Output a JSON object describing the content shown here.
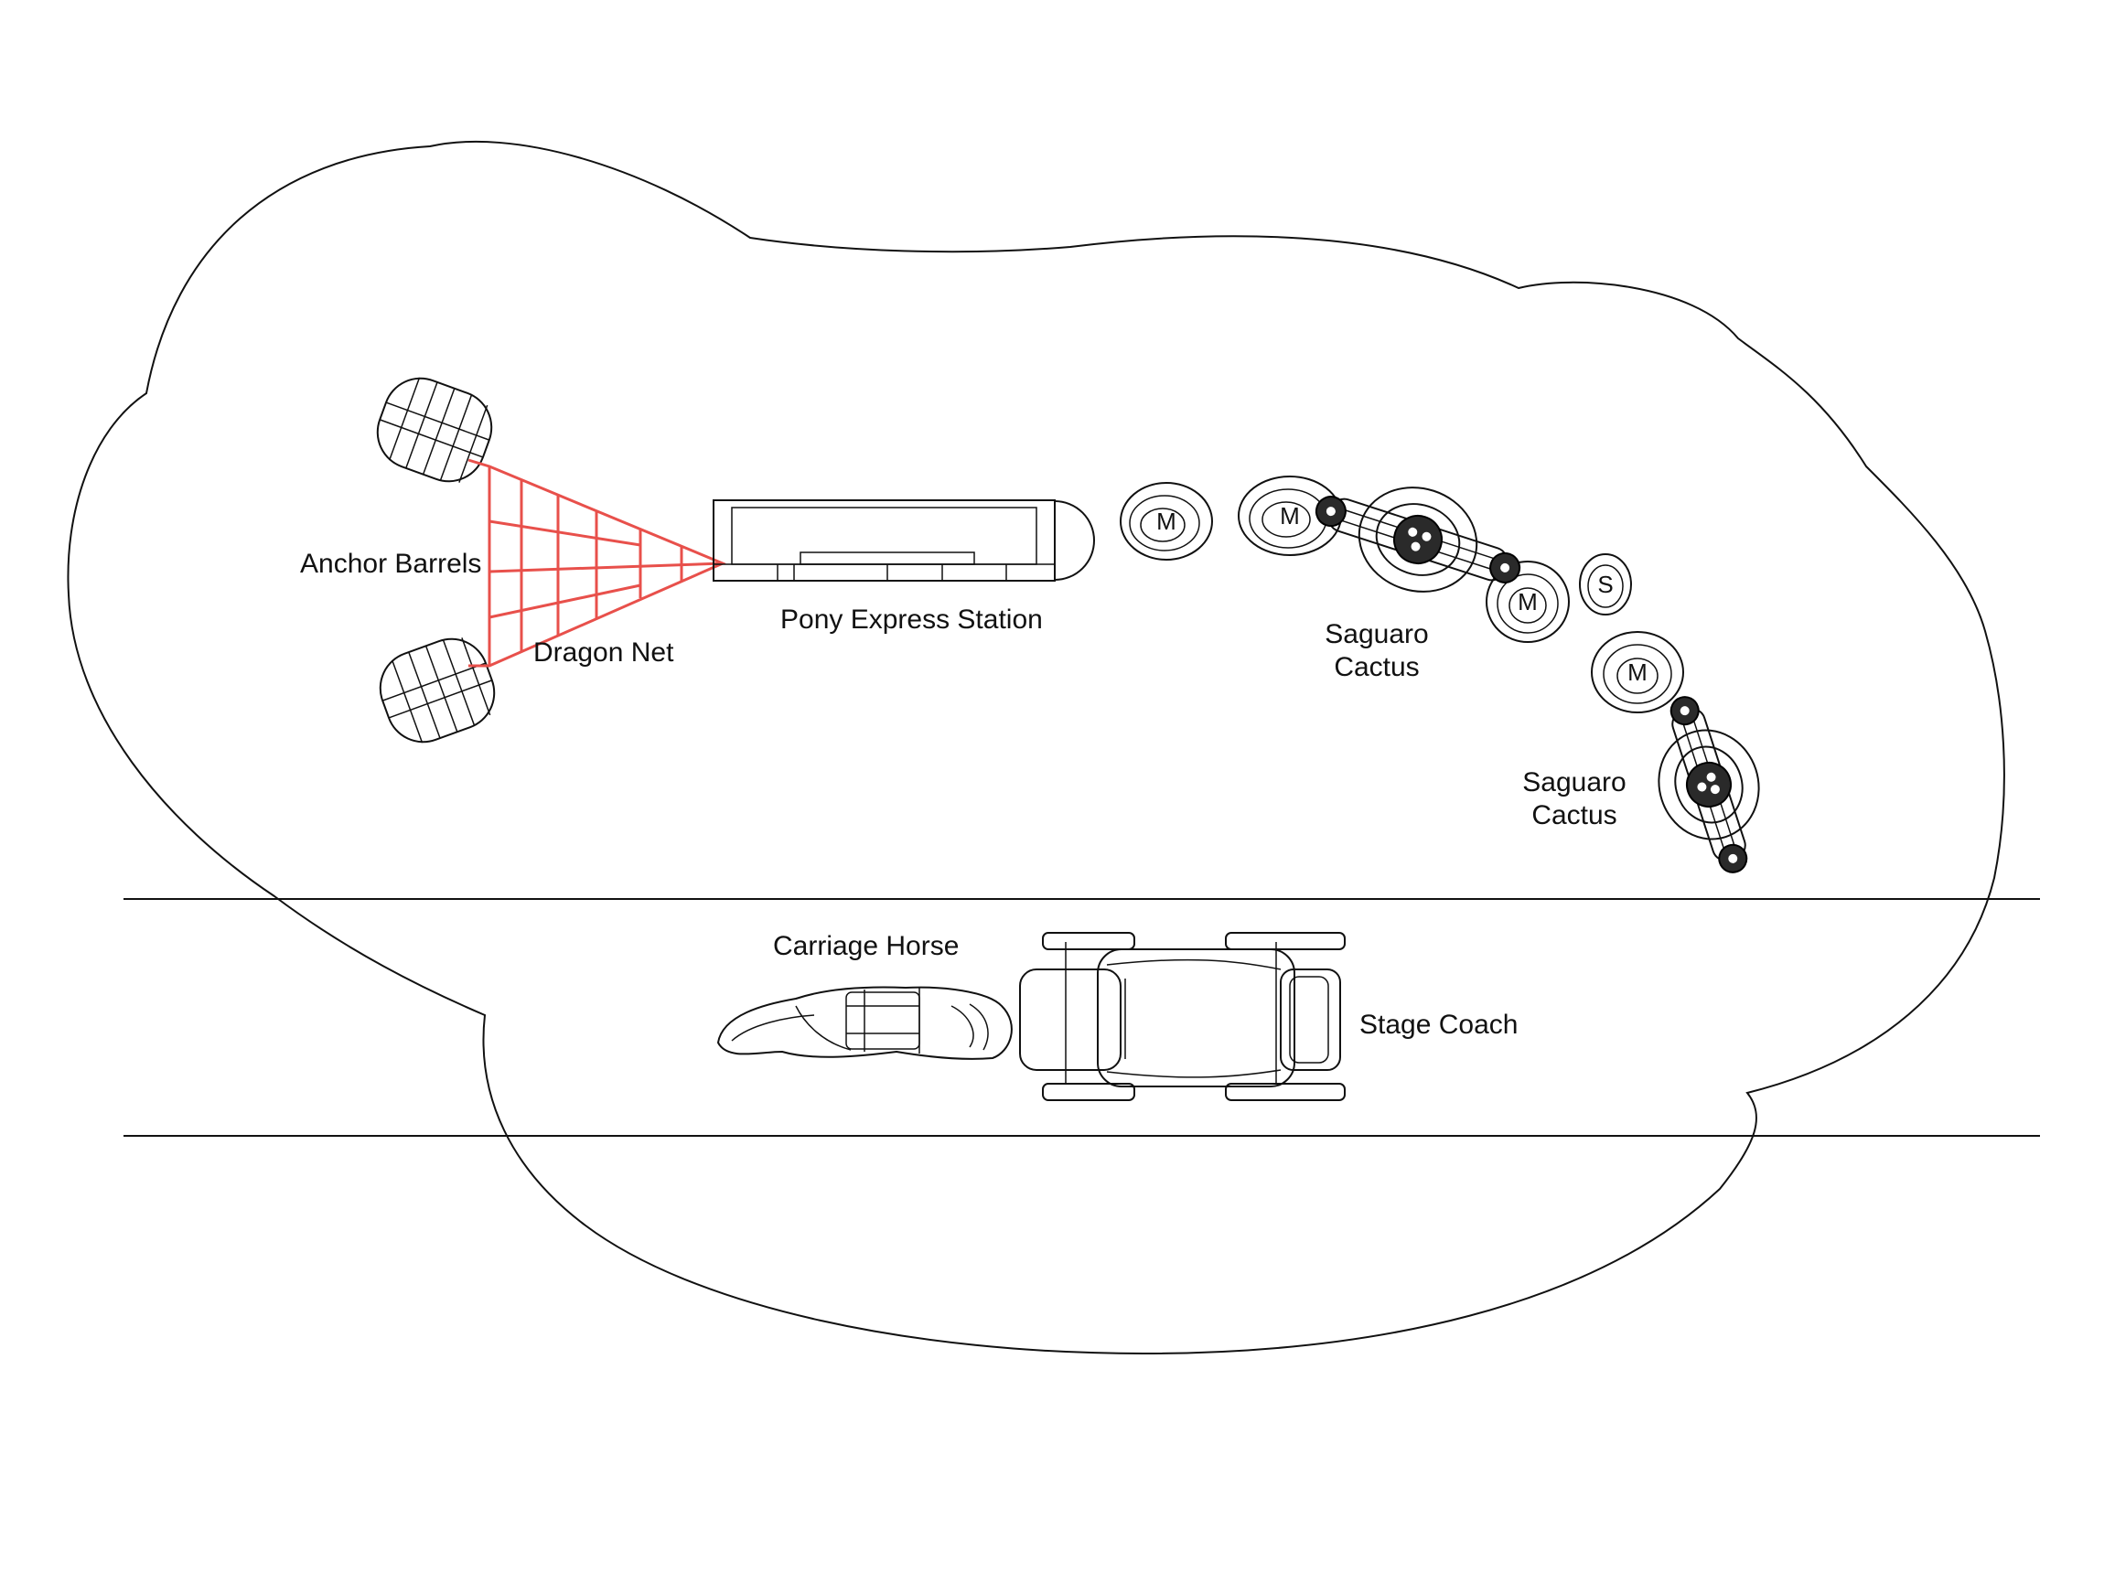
{
  "labels": {
    "anchor_barrels": "Anchor Barrels",
    "dragon_net": "Dragon Net",
    "pony_express_station": "Pony Express Station",
    "saguaro_cactus_1": [
      "Saguaro",
      "Cactus"
    ],
    "saguaro_cactus_2": [
      "Saguaro",
      "Cactus"
    ],
    "carriage_horse": "Carriage Horse",
    "stage_coach": "Stage Coach"
  },
  "rock_markers": [
    "M",
    "M",
    "M",
    "M",
    "S"
  ],
  "colors": {
    "net": "#e8504b",
    "line": "#111111",
    "background": "#ffffff"
  }
}
